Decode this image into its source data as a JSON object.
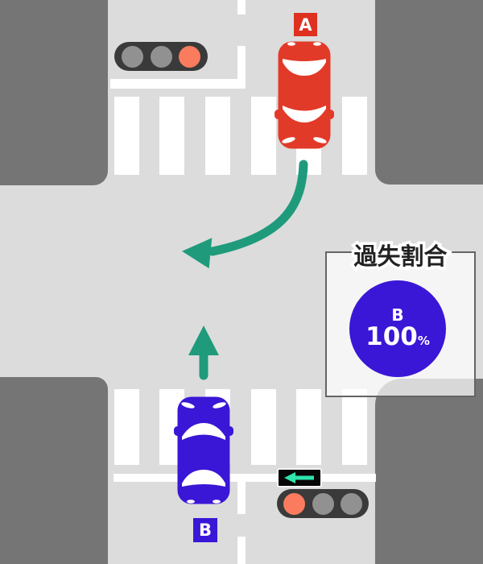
{
  "colors": {
    "road": "#dcdcdc",
    "building": "#757575",
    "marking": "#ffffff",
    "car-a": "#e23a28",
    "label-a": "#de3120",
    "car-b": "#3a16d6",
    "arrow-green": "#1f9b7b",
    "signal-housing": "#3a3a3a",
    "signal-off": "#919191",
    "signal-red": "#fa7b5e",
    "turn-arrow-teal": "#2ee5ad",
    "sign-black": "#070707",
    "panel-border": "#646464",
    "panel-title": "#222222"
  },
  "cars": {
    "a": {
      "label": "A"
    },
    "b": {
      "label": "B"
    }
  },
  "fault_panel": {
    "title": "過失割合",
    "subject": "B",
    "value": "100",
    "unit": "%"
  },
  "signals": {
    "north": [
      "off",
      "off",
      "red"
    ],
    "south": [
      "red",
      "off",
      "off"
    ],
    "south_arrow_sign": "left"
  }
}
